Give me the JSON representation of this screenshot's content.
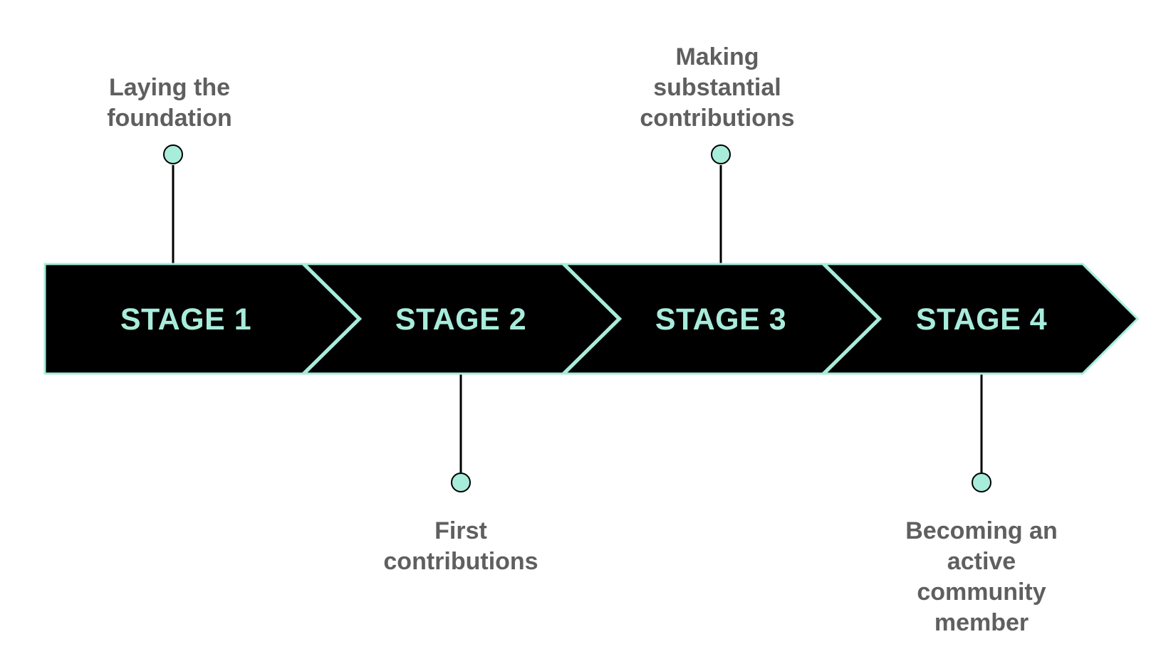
{
  "colors": {
    "arrow_fill": "#000000",
    "arrow_outline": "#a8ecdb",
    "stage_text": "#a8ecdb",
    "connector_line": "#000000",
    "milestone_dot": "#a8ecdb",
    "milestone_text": "#5f5f5f"
  },
  "stages": [
    {
      "label": "STAGE 1",
      "milestone": "Laying the\nfoundation",
      "milestone_side": "top"
    },
    {
      "label": "STAGE 2",
      "milestone": "First\ncontributions",
      "milestone_side": "bottom"
    },
    {
      "label": "STAGE 3",
      "milestone": "Making\nsubstantial\ncontributions",
      "milestone_side": "top"
    },
    {
      "label": "STAGE 4",
      "milestone": "Becoming an\nactive\ncommunity\nmember",
      "milestone_side": "bottom"
    }
  ]
}
